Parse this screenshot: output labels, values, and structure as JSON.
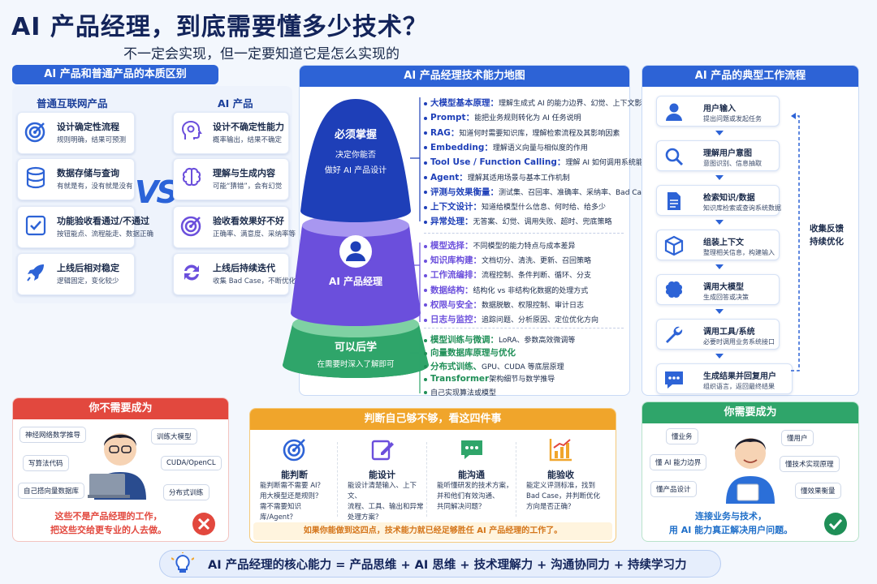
{
  "title": "AI 产品经理，到底需要懂多少技术？",
  "subtitle": "不一定会实现，但一定要知道它是怎么实现的",
  "left_panel": {
    "header": "AI 产品和普通产品的本质区别",
    "col_normal": "普通互联网产品",
    "col_ai": "AI 产品",
    "vs": "VS",
    "normal": [
      {
        "title": "设计确定性流程",
        "desc": "规则明确，结果可预测",
        "icon": "target-icon"
      },
      {
        "title": "数据存储与查询",
        "desc": "有就是有，没有就是没有",
        "icon": "database-icon"
      },
      {
        "title": "功能验收看通过/不通过",
        "desc": "按钮能点、流程能走、数据正确",
        "icon": "checkbox-icon"
      },
      {
        "title": "上线后相对稳定",
        "desc": "逻辑固定，变化较少",
        "icon": "rocket-icon"
      }
    ],
    "ai": [
      {
        "title": "设计不确定性能力",
        "desc": "概率输出，结果不确定",
        "icon": "head-brain-icon"
      },
      {
        "title": "理解与生成内容",
        "desc": "可能“猜错”，会有幻觉",
        "icon": "brain-icon"
      },
      {
        "title": "验收看效果好不好",
        "desc": "正确率、满意度、采纳率等",
        "icon": "target-icon"
      },
      {
        "title": "上线后持续迭代",
        "desc": "收集 Bad Case，不断优化",
        "icon": "refresh-icon"
      }
    ]
  },
  "map_panel": {
    "header": "AI 产品经理技术能力地图",
    "top_title": "必须掌握",
    "top_desc1": "决定你能否",
    "top_desc2": "做好 AI 产品设计",
    "mid_title": "AI 产品经理",
    "bottom_title": "可以后学",
    "bottom_desc": "在需要时深入了解即可",
    "must": [
      {
        "name": "大模型基本原理：",
        "desc": "理解生成式 AI 的能力边界、幻觉、上下文影响"
      },
      {
        "name": "Prompt：",
        "desc": "能把业务规则转化为 AI 任务说明"
      },
      {
        "name": "RAG：",
        "desc": "知道何时需要知识库，理解检索流程及其影响因素"
      },
      {
        "name": "Embedding：",
        "desc": "理解语义向量与相似度的作用"
      },
      {
        "name": "Tool Use / Function Calling：",
        "desc": "理解 AI 如何调用系统能力"
      },
      {
        "name": "Agent：",
        "desc": "理解其适用场景与基本工作机制"
      },
      {
        "name": "评测与效果衡量：",
        "desc": "测试集、召回率、准确率、采纳率、Bad Case"
      },
      {
        "name": "上下文设计：",
        "desc": "知道给模型什么信息、何时给、给多少"
      },
      {
        "name": "异常处理：",
        "desc": "无答案、幻觉、调用失败、超时、兜底策略"
      }
    ],
    "mid": [
      {
        "name": "模型选择：",
        "desc": "不同模型的能力特点与成本差异"
      },
      {
        "name": "知识库构建：",
        "desc": "文档切分、清洗、更新、召回策略"
      },
      {
        "name": "工作流编排：",
        "desc": "流程控制、条件判断、循环、分支"
      },
      {
        "name": "数据结构：",
        "desc": "结构化 vs 非结构化数据的处理方式"
      },
      {
        "name": "权限与安全：",
        "desc": "数据脱敏、权限控制、审计日志"
      },
      {
        "name": "日志与监控：",
        "desc": "追踪问题、分析原因、定位优化方向"
      }
    ],
    "later": [
      {
        "name": "模型训练与微调：",
        "desc": "LoRA、参数高效微调等"
      },
      {
        "name": "向量数据库原理与优化",
        "desc": ""
      },
      {
        "name": "分布式训练、",
        "desc": "GPU、CUDA 等底层原理"
      },
      {
        "name": "Transformer",
        "desc": "架构细节与数学推导"
      },
      {
        "name": "",
        "desc": "自己实现算法或模型"
      }
    ]
  },
  "flow_panel": {
    "header": "AI 产品的典型工作流程",
    "side1": "收集反馈",
    "side2": "持续优化",
    "steps": [
      {
        "title": "用户输入",
        "desc": "提出问题或发起任务"
      },
      {
        "title": "理解用户意图",
        "desc": "意图识别、信息抽取"
      },
      {
        "title": "检索知识/数据",
        "desc": "知识库检索或查询系统数据"
      },
      {
        "title": "组装上下文",
        "desc": "整理相关信息，构建输入"
      },
      {
        "title": "调用大模型",
        "desc": "生成回答或决策"
      },
      {
        "title": "调用工具/系统",
        "desc": "必要时调用业务系统接口"
      },
      {
        "title": "生成结果并回复用户",
        "desc": "组织语言，返回最终结果"
      }
    ]
  },
  "not_panel": {
    "header": "你不需要成为",
    "tags": [
      "神经网络数学推导",
      "训练大模型",
      "写算法代码",
      "CUDA/OpenCL",
      "自己搭向量数据库",
      "分布式训练"
    ],
    "line1": "这些不是产品经理的工作，",
    "line2": "把这些交给更专业的人去做。"
  },
  "judge_panel": {
    "header": "判断自己够不够，看这四件事",
    "items": [
      {
        "title": "能判断",
        "lines": [
          "能判断需不需要 AI？",
          "用大模型还是规则？",
          "需不需要知识库/Agent？"
        ]
      },
      {
        "title": "能设计",
        "lines": [
          "能设计清楚输入、上下文、",
          "流程、工具、输出和异常",
          "处理方案？"
        ]
      },
      {
        "title": "能沟通",
        "lines": [
          "能听懂研发的技术方案，",
          "并和他们有效沟通、",
          "共同解决问题？"
        ]
      },
      {
        "title": "能验收",
        "lines": [
          "能定义评测标准，找到",
          "Bad Case，并判断优化",
          "方向是否正确？"
        ]
      }
    ],
    "footer": "如果你能做到这四点，技术能力就已经足够胜任 AI 产品经理的工作了。"
  },
  "need_panel": {
    "header": "你需要成为",
    "tags": [
      "懂业务",
      "懂用户",
      "懂 AI 能力边界",
      "懂技术实现原理",
      "懂产品设计",
      "懂效果衡量"
    ],
    "line1": "连接业务与技术，",
    "line2": "用 AI 能力真正解决用户问题。"
  },
  "bottom_bar": "AI 产品经理的核心能力 = 产品思维 + AI 思维 + 技术理解力 + 沟通协同力 + 持续学习力",
  "colors": {
    "blue": "#2d63d6",
    "purple": "#6b4fdc",
    "green": "#2fa56a",
    "red": "#e2483e",
    "orange": "#f0a52b",
    "navy": "#13245a"
  }
}
